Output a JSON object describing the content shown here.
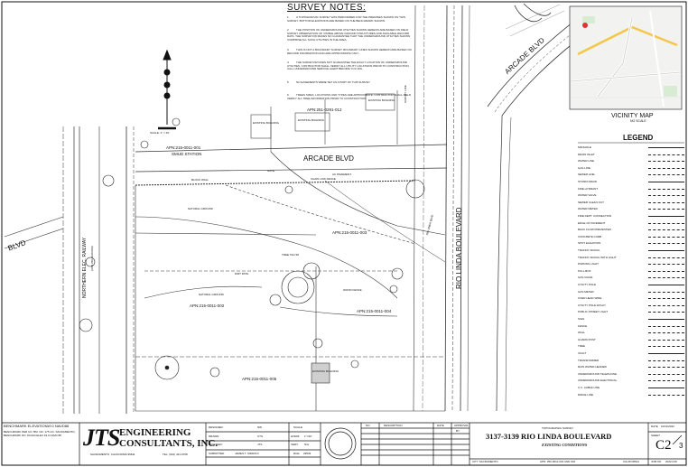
{
  "survey_notes": {
    "title": "SURVEY NOTES:",
    "items": [
      {
        "num": "1.",
        "text": "A TOPOGRAPHIC SURVEY WAS PERFORMED FOR THE PREMISES SHOWN ON THIS SURVEY. BOTTOM ELEVATIONS ARE BASED ON THE BENCHMARK SHOWN."
      },
      {
        "num": "2.",
        "text": "THE POSITION OF UNDERGROUND UTILITIES SHOWN HEREON ARE BASED ON FIELD SURVEY OBSERVATION OF VISIBLE ABOVE GROUND STRUCTURES AND AVAILABLE RECORD DATA. THE SURVEYOR MAKES NO GUARANTEE THAT THE UNDERGROUND UTILITIES SHOWN COMPRISE ALL SUCH UTILITIES IN THE AREA."
      },
      {
        "num": "3.",
        "text": "THIS IS NOT A BOUNDARY SURVEY. BOUNDARY LINES SHOWN HEREON ARE BASED ON RECORD INFORMATION AND ARE APPROXIMATE ONLY."
      },
      {
        "num": "4.",
        "text": "THE SURVEYOR DOES NOT GUARANTEE THE EXACT LOCATION OF UNDERGROUND UTILITIES. CONTRACTOR SHALL VERIFY ALL UTILITY LOCATIONS PRIOR TO CONSTRUCTION. CALL UNDERGROUND SERVICE ALERT BEFORE YOU DIG."
      },
      {
        "num": "5.",
        "text": "NO EASEMENTS WERE SET AS A PART OF THIS SURVEY."
      },
      {
        "num": "6.",
        "text": "TREES SIZES, LOCATIONS AND TYPES ARE APPROXIMATE. CONTRACTOR SHALL FIELD VERIFY ALL TREE INFORMATION PRIOR TO CONSTRUCTION."
      }
    ]
  },
  "vicinity": {
    "title": "VICINITY MAP",
    "sub": "NO SCALE"
  },
  "north_arrow": {
    "scale_text": "SCALE: 1\" = 40'"
  },
  "legend": {
    "title": "LEGEND",
    "items": [
      "MANHOLE",
      "DRAIN INLET",
      "WATER LINE",
      "GAS LINE",
      "SEWER LINE",
      "STORM DRAIN",
      "FIRE HYDRANT",
      "WATER VALVE",
      "SEWER CLEAN OUT",
      "WATER METER",
      "FIRE DEPT. CONNECTION",
      "EDGE OF PAVEMENT",
      "BACK FLOW PREVENTER",
      "CONCRETE CURB",
      "SPOT ELEVATION",
      "TRAFFIC SIGNAL",
      "TRAFFIC SIGNAL WITH LIGHT",
      "PARKING LIGHT",
      "PULL BOX",
      "GAS VALVE",
      "UTILITY POLE",
      "GAS METER",
      "OVER HEAD WIRE",
      "UTILITY POLE W/GUY",
      "PUBLIC STREET LIGHT",
      "SIGN",
      "FENCE",
      "WALL",
      "GUARD POST",
      "TREE",
      "VAULT",
      "TRANSFORMER",
      "RAIN WATER HEADER",
      "UNDERGROUND TELEPHONE",
      "UNDERGROUND ELECTRICAL",
      "C.C. CABLE LINE",
      "RIDGE LINE"
    ]
  },
  "plan": {
    "survey_line": "SURVEY LINE",
    "arcade_blvd_top": "ARCADE BLVD",
    "arcade_blvd_mid": "ARCADE BLVD",
    "blvd_left": "BLVD",
    "northern_ry": "NORTHERN ELEC. RAILWAY",
    "apn_row": "(APN 250-0320-009)",
    "rio_linda": "RIO LINDA BOULEVARD",
    "rio_linda_b": "RIO LINDA BLVD",
    "apn_001": "APN:215-0011-001",
    "smud": "SMUD STATION",
    "apn_top": "APN:251-0291-012",
    "apn_003": "APN:215-0011-003",
    "apn_002": "APN:215-0011-002",
    "apn_004": "APN:215-0011-004",
    "apn_005": "APN:215-0011-005",
    "existing_building_1": "EXISTING BUILDING",
    "existing_building_2": "EXISTING BUILDING",
    "existing_building_3": "EXISTING BUILDING",
    "existing_building_4": "EXISTING BUILDING",
    "natural_ground_1": "NATURAL GROUND",
    "natural_ground_2": "NATURAL GROUND",
    "dirt_path": "DIRT PATH",
    "wood_fence": "WOOD FENCE",
    "block_wall": "BLOCK WALL",
    "ac_pavement": "AC PAVEMENT",
    "tree_tag": "TREE TAG 98",
    "gate": "GATE",
    "chain_link": "CHAIN LINK FENCE"
  },
  "title_block": {
    "benchmark_title": "BENCHMARK ELEVATION:",
    "benchmark_val": "19.0 NAVD88",
    "benchmark_text": "BENCHMARK PER CO. BM. NO. 175 CO. SACRAMENTO, BENCHMARK NO. 83-004 ELEV 19.0 NAVD 88",
    "logo": "JTS",
    "company_line1": "ENGINEERING",
    "company_line2": "CONSULTANTS, INC.",
    "address": "SACRAMENTO, CALIFORNIA 95811",
    "phone": "TEL. (916) 441-6708",
    "designed": "DESIGNED:",
    "designed_val": "NW",
    "drawn": "DRAWN:",
    "drawn_val": "CTS",
    "checked": "CHECKED:",
    "checked_val": "JTS",
    "submitted": "SUBMITTED",
    "submitted_val": "JAMES T. SIDDOUI",
    "rce": "RCE:",
    "rce_val": "29533",
    "scale": "SCALE",
    "scale_h": "HORIZ.",
    "scale_h_val": "1\"=40'",
    "scale_v": "VERT.",
    "scale_v_val": "N/A",
    "no": "NO.",
    "description": "DESCRIPTION",
    "date": "DATE",
    "approval": "APPROVAL",
    "by": "BY",
    "topo": "TOPOGRAPHIC SURVEY",
    "project": "3137-3139 RIO LINDA BOULEVARD",
    "existing": "EXISTING CONDITIONS",
    "city": "CITY SACRAMENTO",
    "apn_foot": "APN: 250-0011-001 AND 002",
    "state": "CALIFORNIA",
    "date_label": "DATE",
    "date_val": "10/11/2022",
    "sheet_label": "SHEET",
    "sheet_no": "C2",
    "sheet_of": "3",
    "job_label": "JOB NO.",
    "job_val": "2022-019"
  }
}
